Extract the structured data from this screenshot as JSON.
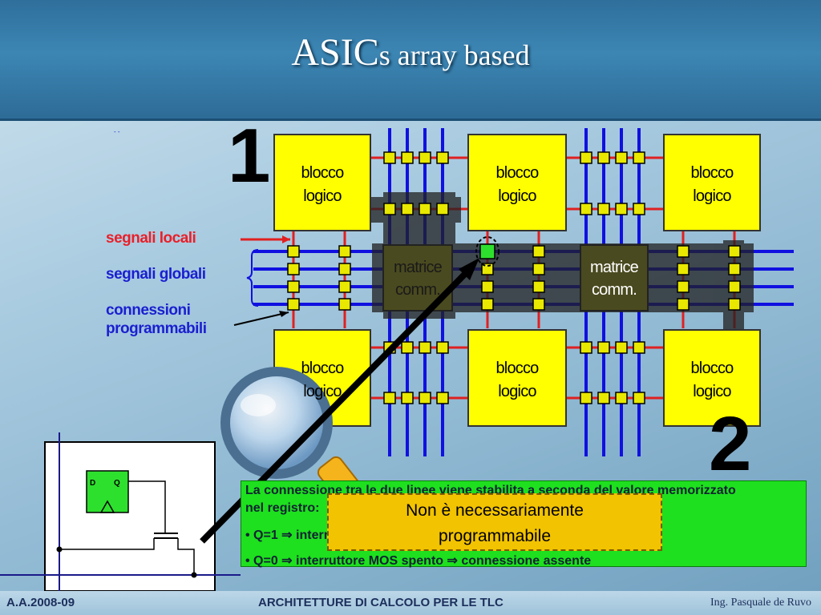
{
  "slide": {
    "title_main": "ASIC",
    "title_rest": "s array based",
    "labels": {
      "local_signals": "segnali locali",
      "global_signals": "segnali globali",
      "prog_connections_1": "connessioni",
      "prog_connections_2": "programmabili"
    },
    "blocks": {
      "line1": "blocco",
      "line2": "logico"
    },
    "matrix": {
      "line1": "matrice",
      "line2": "comm."
    },
    "markers": {
      "one": "1",
      "two": "2"
    },
    "flipflop": {
      "d": "D",
      "q": "Q"
    },
    "green_box": {
      "line1": "La connessione tra le due linee viene stabilita a seconda del valore memorizzato",
      "line2": "nel registro:",
      "line3": "• Q=1 ⇒ interruttore MOS acceso ⇒ connessione stabilita",
      "line4": "• Q=0 ⇒ interruttore MOS spento ⇒ connessione assente"
    },
    "note": {
      "line1": "Non è necessariamente",
      "line2": "programmabile"
    },
    "footer": {
      "left": "A.A.2008-09",
      "center": "ARCHITETTURE DI CALCOLO PER LE TLC",
      "right": "Ing. Pasquale de Ruvo"
    },
    "colors": {
      "block_fill": "#ffff00",
      "global_line": "#1010e0",
      "local_line": "#e02020",
      "switch_fill": "#e8e800",
      "green_box": "#1ee01e",
      "note_fill": "#f2c300"
    }
  }
}
